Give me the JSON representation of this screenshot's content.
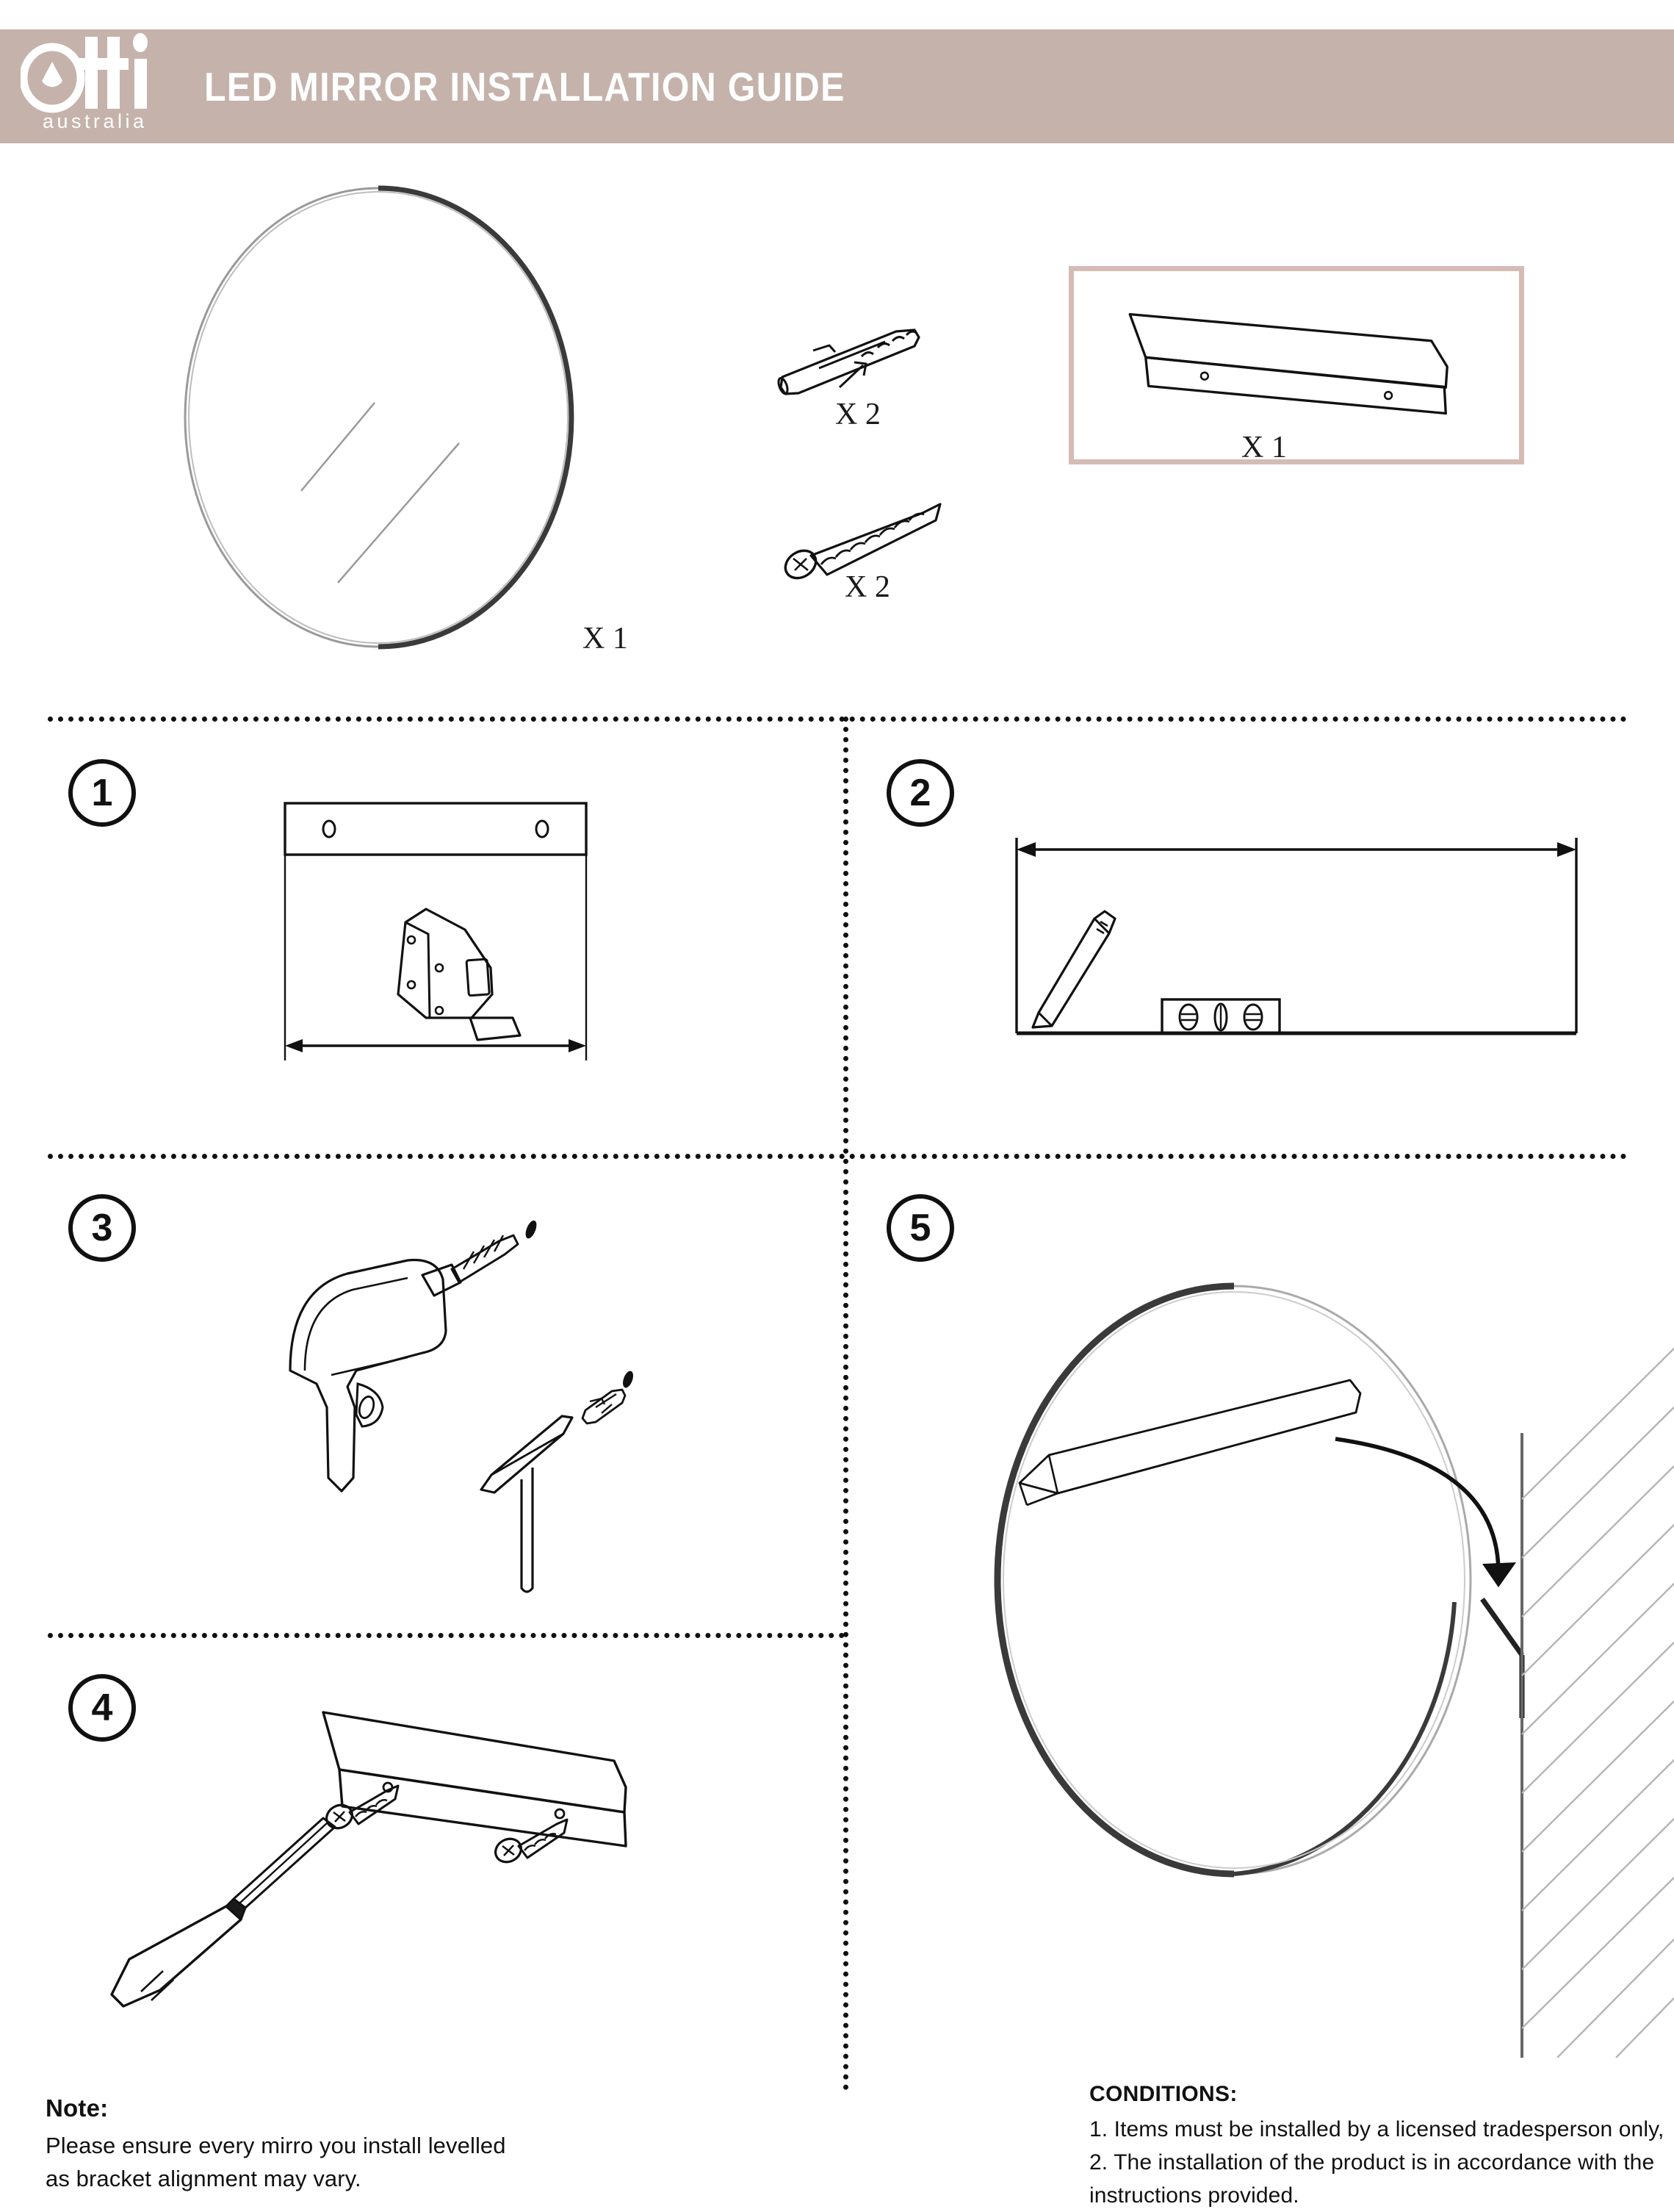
{
  "header": {
    "title": "LED MIRROR INSTALLATION GUIDE",
    "brand_name": "otti",
    "brand_subtitle": "australia",
    "bar_color": "#c5b2ab",
    "text_color": "#ffffff"
  },
  "parts": {
    "mirror": {
      "name": "round-led-mirror",
      "qty_label": "X 1"
    },
    "wall_plug": {
      "name": "wall-plug-anchor",
      "qty_label": "X 2"
    },
    "screw": {
      "name": "mounting-screw",
      "qty_label": "X 2"
    },
    "bracket": {
      "name": "wall-mount-bracket",
      "qty_label": "X 1",
      "box_border_color": "#d4bcb5"
    }
  },
  "steps": [
    {
      "number": "1",
      "illustration": "bracket-bar-with-tape-measure-and-dimension-arrow"
    },
    {
      "number": "2",
      "illustration": "pencil-and-spirit-level-with-dimension-arrow"
    },
    {
      "number": "3",
      "illustration": "power-drill-hammer-tool-and-wall-plug"
    },
    {
      "number": "4",
      "illustration": "screwdriver-fastening-bracket-with-two-screws"
    },
    {
      "number": "5",
      "illustration": "mirror-with-bracket-hooking-onto-wall"
    }
  ],
  "note": {
    "title": "Note:",
    "lines": [
      "Please ensure every mirro you install levelled",
      "as bracket alignment may vary."
    ]
  },
  "conditions": {
    "title": "CONDITIONS:",
    "lines": [
      "1. Items must be installed by a licensed tradesperson only,",
      "2. The installation of the product is in accordance with the",
      "instructions provided."
    ]
  }
}
